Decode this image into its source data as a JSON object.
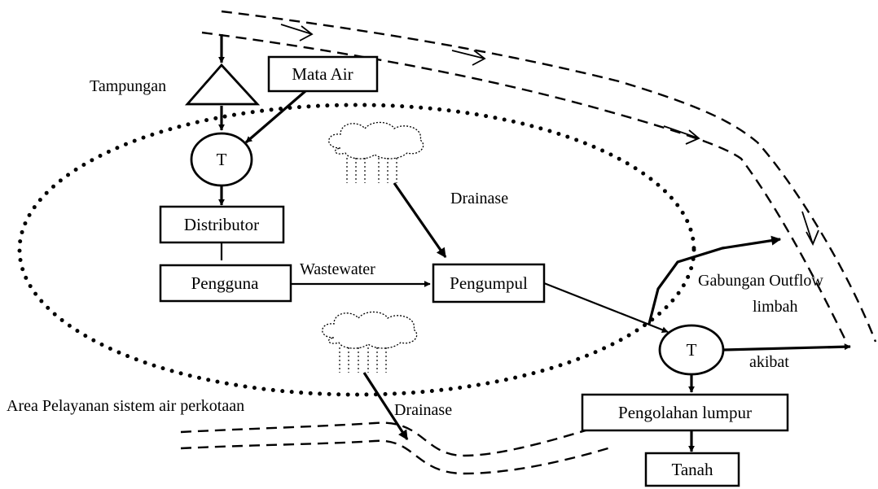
{
  "nodes": {
    "mata_air": "Mata Air",
    "tank_top": "T",
    "distributor": "Distributor",
    "pengguna": "Pengguna",
    "pengumpul": "Pengumpul",
    "tank_bottom": "T",
    "pengolahan_lumpur": "Pengolahan lumpur",
    "tanah": "Tanah"
  },
  "labels": {
    "tampungan": "Tampungan",
    "drainase_top": "Drainase",
    "wastewater": "Wastewater",
    "gabungan_outflow": "Gabungan Outflow",
    "limbah": "limbah",
    "akibat": "akibat",
    "service_area": "Area Pelayanan sistem air perkotaan",
    "drainase_bottom": "Drainase"
  }
}
